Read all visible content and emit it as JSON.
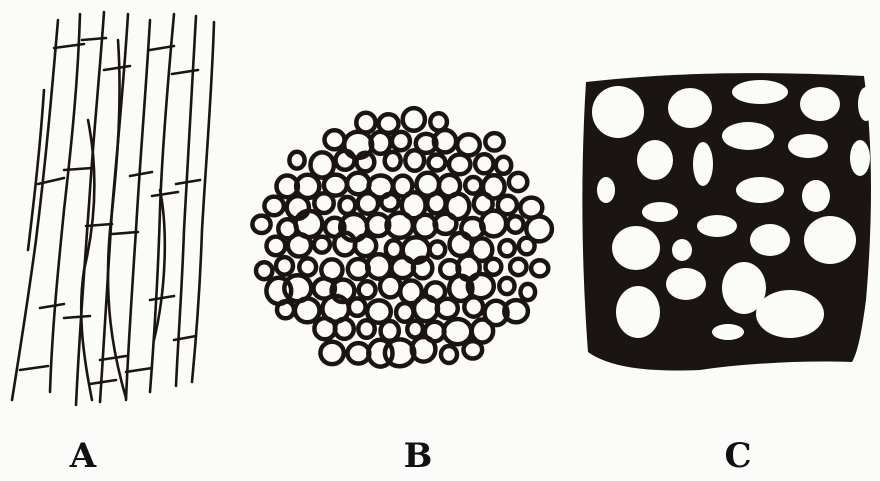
{
  "figures": [
    {
      "label": "A"
    },
    {
      "label": "B"
    },
    {
      "label": "C"
    }
  ],
  "colors": {
    "ink": "#1a1413",
    "paper": "#fbfbf9",
    "label": "#111111"
  }
}
